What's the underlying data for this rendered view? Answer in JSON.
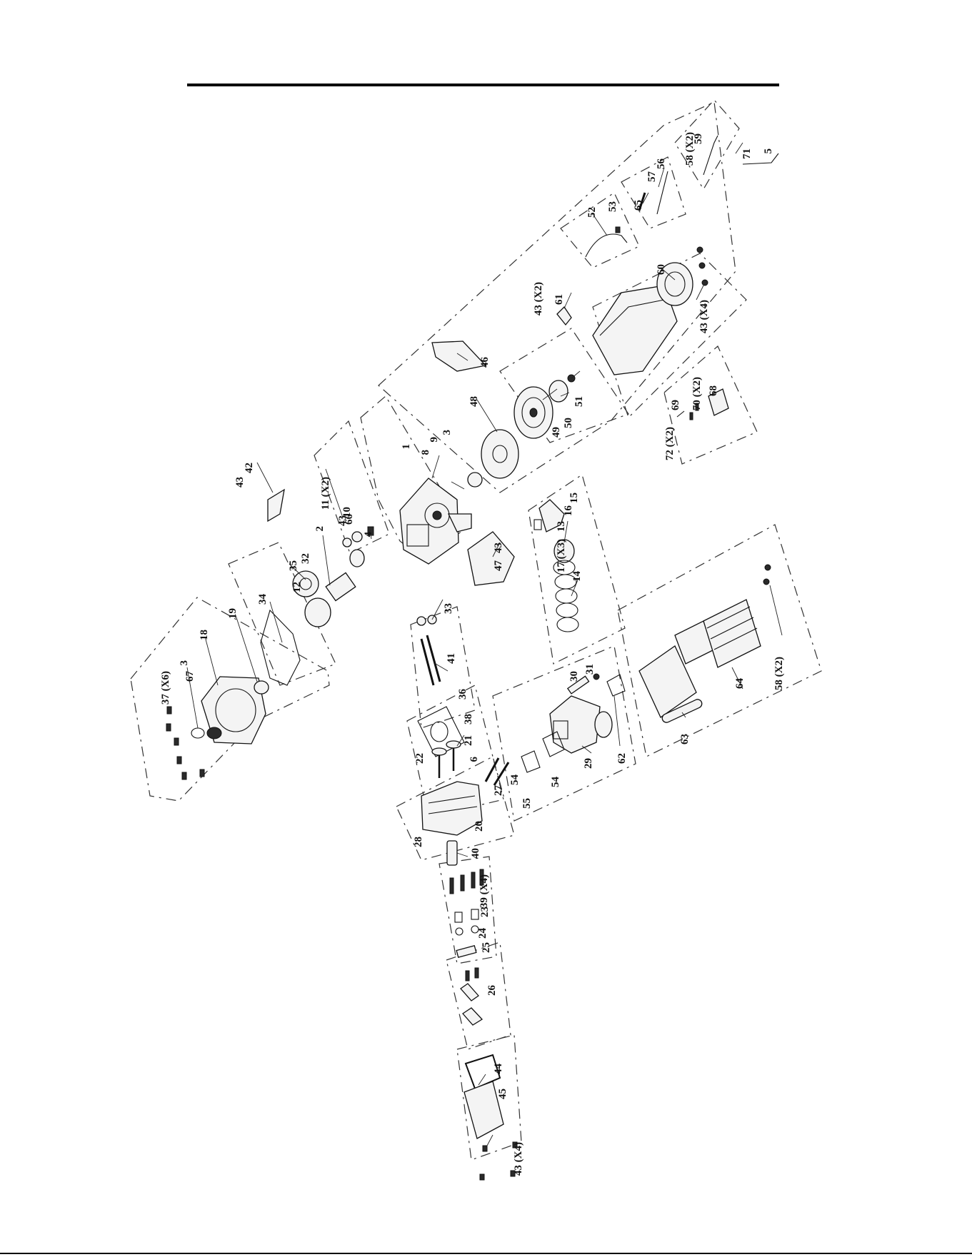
{
  "diagram": {
    "callouts": [
      {
        "id": "c1",
        "text": "1"
      },
      {
        "id": "c2",
        "text": "2"
      },
      {
        "id": "c3",
        "text": "3"
      },
      {
        "id": "c3b",
        "text": "3"
      },
      {
        "id": "c4",
        "text": "4"
      },
      {
        "id": "c5",
        "text": "5"
      },
      {
        "id": "c6",
        "text": "6"
      },
      {
        "id": "c8",
        "text": "8"
      },
      {
        "id": "c9",
        "text": "9"
      },
      {
        "id": "c10",
        "text": "10"
      },
      {
        "id": "c11",
        "text": "11 (X2)"
      },
      {
        "id": "c12",
        "text": "12"
      },
      {
        "id": "c13",
        "text": "13"
      },
      {
        "id": "c14",
        "text": "14"
      },
      {
        "id": "c15",
        "text": "15"
      },
      {
        "id": "c16",
        "text": "16"
      },
      {
        "id": "c17",
        "text": "17 (X3)"
      },
      {
        "id": "c18",
        "text": "18"
      },
      {
        "id": "c19",
        "text": "19"
      },
      {
        "id": "c20",
        "text": "20"
      },
      {
        "id": "c21",
        "text": "21"
      },
      {
        "id": "c22",
        "text": "22"
      },
      {
        "id": "c23",
        "text": "23"
      },
      {
        "id": "c24",
        "text": "24"
      },
      {
        "id": "c25",
        "text": "25"
      },
      {
        "id": "c26",
        "text": "26"
      },
      {
        "id": "c27",
        "text": "27"
      },
      {
        "id": "c28",
        "text": "28"
      },
      {
        "id": "c29",
        "text": "29"
      },
      {
        "id": "c30",
        "text": "30"
      },
      {
        "id": "c31",
        "text": "31"
      },
      {
        "id": "c32",
        "text": "32"
      },
      {
        "id": "c33",
        "text": "33"
      },
      {
        "id": "c34",
        "text": "34"
      },
      {
        "id": "c35",
        "text": "35"
      },
      {
        "id": "c36",
        "text": "36"
      },
      {
        "id": "c37",
        "text": "37 (X6)"
      },
      {
        "id": "c38",
        "text": "38"
      },
      {
        "id": "c39",
        "text": "39 (X4)"
      },
      {
        "id": "c40",
        "text": "40"
      },
      {
        "id": "c41",
        "text": "41"
      },
      {
        "id": "c42",
        "text": "42"
      },
      {
        "id": "c43a",
        "text": "43"
      },
      {
        "id": "c43b",
        "text": "43"
      },
      {
        "id": "c43c",
        "text": "43"
      },
      {
        "id": "c43d",
        "text": "43 (X2)"
      },
      {
        "id": "c43e",
        "text": "43 (X4)"
      },
      {
        "id": "c43f",
        "text": "43 (X4)"
      },
      {
        "id": "c44",
        "text": "44"
      },
      {
        "id": "c45",
        "text": "45"
      },
      {
        "id": "c46",
        "text": "46"
      },
      {
        "id": "c47",
        "text": "47"
      },
      {
        "id": "c48",
        "text": "48"
      },
      {
        "id": "c49",
        "text": "49"
      },
      {
        "id": "c50",
        "text": "50"
      },
      {
        "id": "c51",
        "text": "51"
      },
      {
        "id": "c52",
        "text": "52"
      },
      {
        "id": "c53",
        "text": "53"
      },
      {
        "id": "c54a",
        "text": "54"
      },
      {
        "id": "c54b",
        "text": "54"
      },
      {
        "id": "c55",
        "text": "55"
      },
      {
        "id": "c56",
        "text": "56"
      },
      {
        "id": "c57",
        "text": "57"
      },
      {
        "id": "c58a",
        "text": "58 (X2)"
      },
      {
        "id": "c58b",
        "text": "58 (X2)"
      },
      {
        "id": "c59",
        "text": "59"
      },
      {
        "id": "c60",
        "text": "60"
      },
      {
        "id": "c61",
        "text": "61"
      },
      {
        "id": "c62",
        "text": "62"
      },
      {
        "id": "c63",
        "text": "63"
      },
      {
        "id": "c64",
        "text": "64"
      },
      {
        "id": "c65",
        "text": "65"
      },
      {
        "id": "c66",
        "text": "66"
      },
      {
        "id": "c67",
        "text": "67"
      },
      {
        "id": "c68",
        "text": "68"
      },
      {
        "id": "c69",
        "text": "69"
      },
      {
        "id": "c70",
        "text": "70 (X2)"
      },
      {
        "id": "c71",
        "text": "71"
      },
      {
        "id": "c72",
        "text": "72 (X2)"
      }
    ]
  }
}
